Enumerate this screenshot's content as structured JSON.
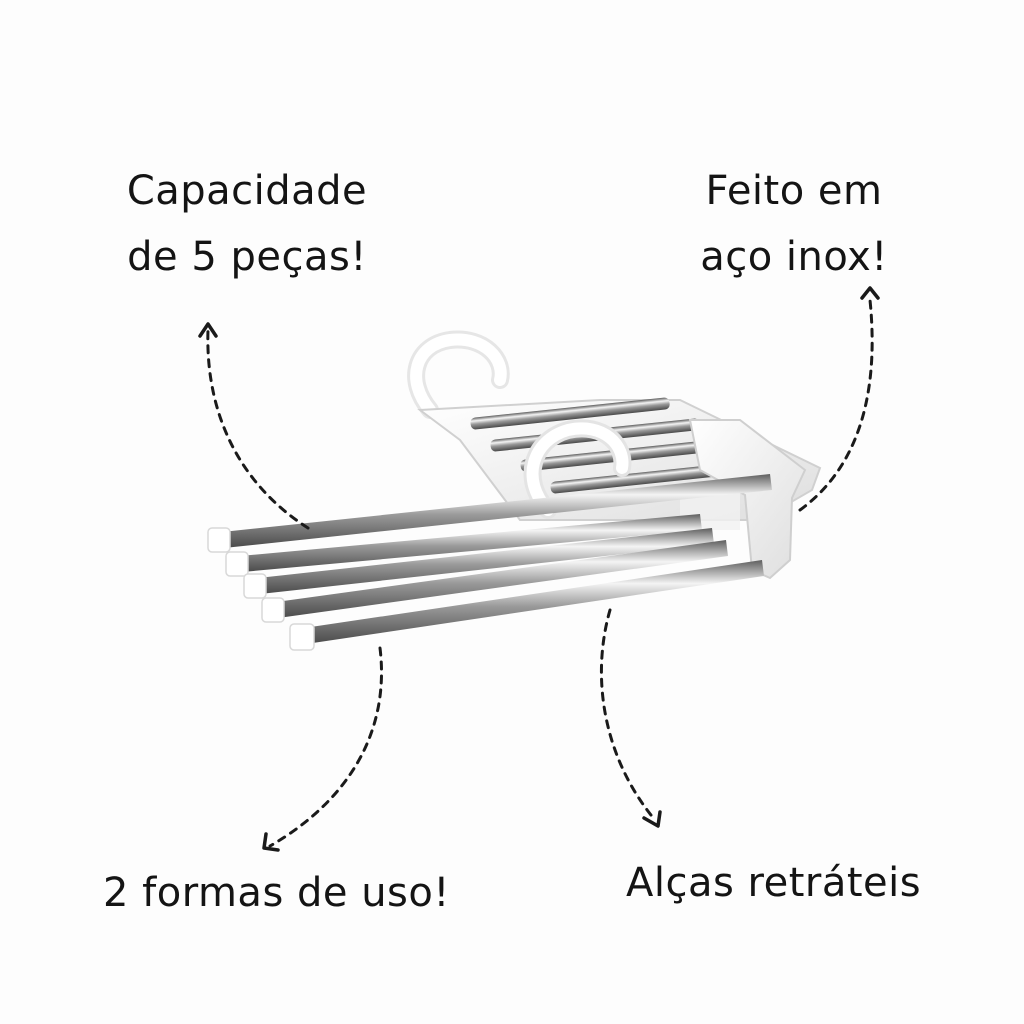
{
  "labels": {
    "capacity": [
      "Capacidade",
      "de 5 peças!"
    ],
    "stainless": [
      "Feito em",
      "aço inox!"
    ],
    "usage": "2 formas de uso!",
    "handles": "Alças retráteis"
  },
  "product": {
    "rod_count": 5,
    "icon": "pants-hanger-icon"
  },
  "colors": {
    "text": "#141414",
    "background": "#fdfdfd",
    "steel_light": "#eeeeee",
    "steel_dark": "#6f6f6f",
    "plastic": "#ffffff"
  }
}
